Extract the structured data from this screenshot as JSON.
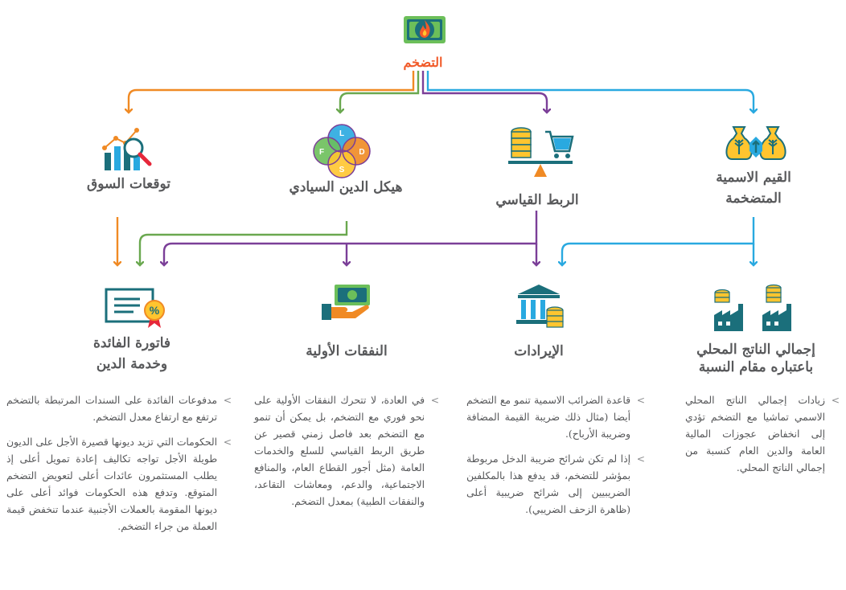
{
  "top": {
    "title": "التضخم"
  },
  "colors": {
    "orange": "#f08a24",
    "green": "#6aa84f",
    "purple": "#7b3f98",
    "blue": "#29a9e0",
    "teal": "#1b6f7b",
    "title_red": "#f15a29"
  },
  "upper": [
    {
      "id": "nominal",
      "label": "القيم الاسمية المتضخمة",
      "icon": "money-bags-icon"
    },
    {
      "id": "indexation",
      "label": "الربط القياسي",
      "icon": "coins-scale-icon"
    },
    {
      "id": "debt_structure",
      "label": "هيكل الدين السيادي",
      "icon": "venn-diagram-icon",
      "venn_letters": [
        "L",
        "F",
        "D",
        "S"
      ]
    },
    {
      "id": "market",
      "label": "توقعات السوق",
      "icon": "chart-magnifier-icon"
    }
  ],
  "lower": [
    {
      "id": "gdp",
      "label": "إجمالي الناتج المحلي باعتباره مقام النسبة",
      "icon": "factories-icon"
    },
    {
      "id": "revenue",
      "label": "الإيرادات",
      "icon": "bank-icon"
    },
    {
      "id": "primary",
      "label": "النفقات الأولية",
      "icon": "hand-money-icon"
    },
    {
      "id": "interest",
      "label": "فاتورة الفائدة وخدمة الدين",
      "icon": "certificate-icon"
    }
  ],
  "bullet_marker": ">",
  "columns": [
    {
      "id": "gdp",
      "bullets": [
        "زيادات إجمالي الناتج المحلي الاسمي تماشيا مع التضخم تؤدي إلى انخفاض عجوزات المالية العامة والدين العام كنسبة من إجمالي الناتج المحلي."
      ]
    },
    {
      "id": "revenue",
      "bullets": [
        "قاعدة الضرائب الاسمية تنمو مع التضخم أيضا (مثال ذلك ضريبة القيمة المضافة وضريبة الأرباح).",
        "إذا لم تكن شرائح ضريبة الدخل مربوطة بمؤشر للتضخم، قد يدفع هذا بالمكلفين الضريبيين إلى شرائح ضريبية أعلى (ظاهرة الزحف الضريبي)."
      ]
    },
    {
      "id": "primary",
      "bullets": [
        "في العادة، لا تتحرك النفقات الأولية على نحو فوري مع التضخم، بل يمكن أن تنمو مع التضخم بعد فاصل زمني قصير عن طريق الربط القياسي للسلع والخدمات العامة (مثل أجور القطاع العام، والمنافع الاجتماعية، والدعم، ومعاشات التقاعد، والنفقات الطبية) بمعدل التضخم."
      ]
    },
    {
      "id": "interest",
      "bullets": [
        "مدفوعات الفائدة على السندات المرتبطة بالتضخم ترتفع مع ارتفاع معدل التضخم.",
        "الحكومات التي تزيد ديونها قصيرة الأجل على الديون طويلة الأجل تواجه تكاليف إعادة تمويل أعلى إذ يطلب المستثمرون عائدات أعلى لتعويض التضخم المتوقع. وتدفع هذه الحكومات فوائد أعلى على ديونها المقومة بالعملات الأجنبية عندما تنخفض قيمة العملة من جراء التضخم."
      ]
    }
  ]
}
